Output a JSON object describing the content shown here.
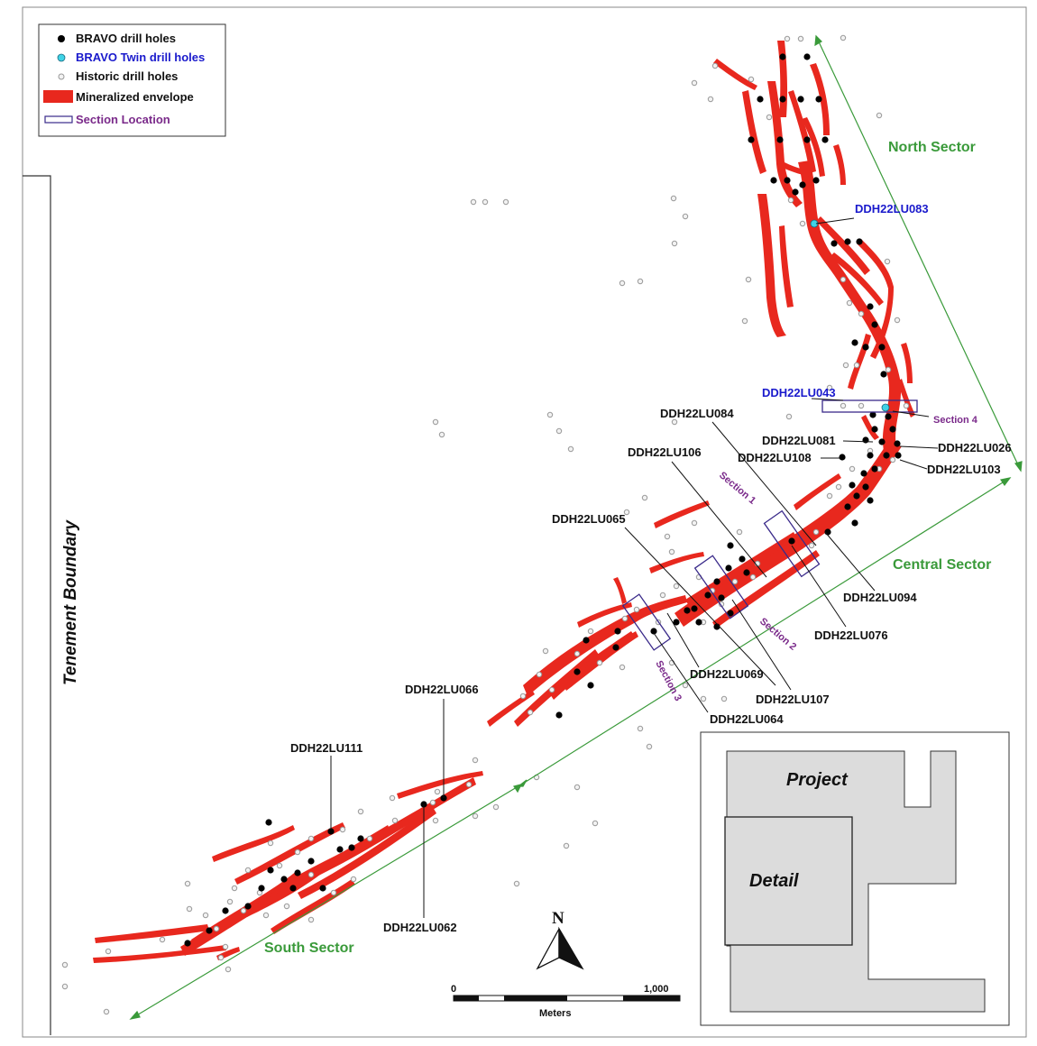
{
  "legend": {
    "bravo": "BRAVO drill holes",
    "twin": "BRAVO Twin drill holes",
    "historic": "Historic drill holes",
    "envelope": "Mineralized envelope",
    "section": "Section Location"
  },
  "colors": {
    "bravo": "#000000",
    "twin": "#3fd3e6",
    "twin_label": "#1a1acc",
    "envelope": "#e8281e",
    "section": "#3a2a8a",
    "section_label": "#7a2a8a",
    "sector": "#3a9a3a",
    "inset_fill": "#dcdcdc"
  },
  "sectors": {
    "north": "North Sector",
    "central": "Central Sector",
    "south": "South Sector"
  },
  "tenement": "Tenement Boundary",
  "holes": {
    "h083": "DDH22LU083",
    "h043": "DDH22LU043",
    "h084": "DDH22LU084",
    "h081": "DDH22LU081",
    "h026": "DDH22LU026",
    "h108": "DDH22LU108",
    "h103": "DDH22LU103",
    "h106": "DDH22LU106",
    "h065": "DDH22LU065",
    "h094": "DDH22LU094",
    "h076": "DDH22LU076",
    "h069": "DDH22LU069",
    "h107": "DDH22LU107",
    "h064": "DDH22LU064",
    "h066": "DDH22LU066",
    "h111": "DDH22LU111",
    "h062": "DDH22LU062"
  },
  "sections": {
    "s1": "Section 1",
    "s2": "Section 2",
    "s3": "Section 3",
    "s4": "Section 4"
  },
  "north_arrow": "N",
  "scale": {
    "start": "0",
    "end": "1,000",
    "unit": "Meters"
  },
  "inset": {
    "line1": "Project",
    "line2": "Detail"
  }
}
